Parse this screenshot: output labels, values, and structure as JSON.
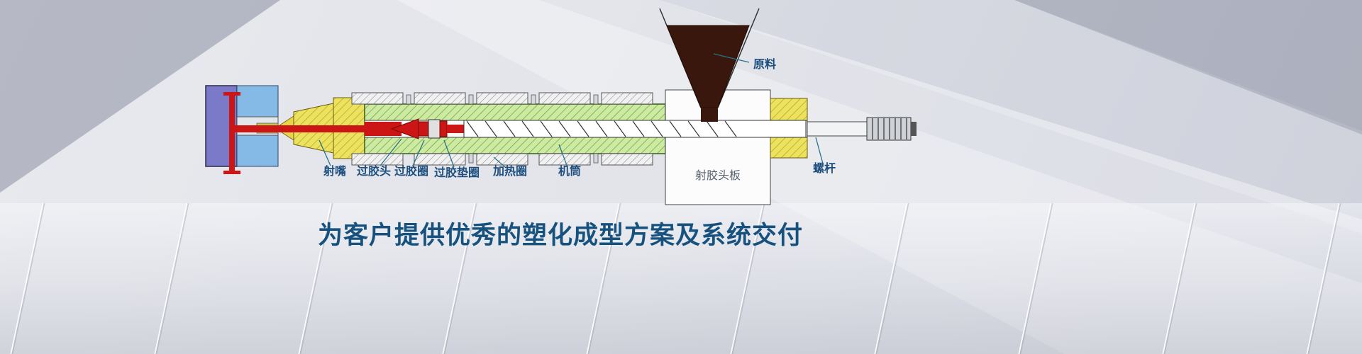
{
  "slogan": "为客户提供优秀的塑化成型方案及系统交付",
  "diagram": {
    "labels": {
      "nozzle": "射嘴",
      "screw_tip": "过胶头",
      "check_ring": "过胶圈",
      "check_washer": "过胶垫圈",
      "heating_band": "加热圈",
      "barrel": "机筒",
      "raw_material": "原料",
      "injection_head_plate": "射胶头板",
      "screw": "螺杆"
    }
  },
  "colors": {
    "slogan_text": "#17527f",
    "label_text": "#1d4e7e",
    "leader_line": "#2a7186",
    "barrel_green": "#cdeba0",
    "melt_red": "#cc1515",
    "hopper_brown": "#3a170d",
    "nozzle_yellow": "#e8d44a",
    "mold_blue": "#85b9e6",
    "mold_purple": "#7a7ac8"
  }
}
